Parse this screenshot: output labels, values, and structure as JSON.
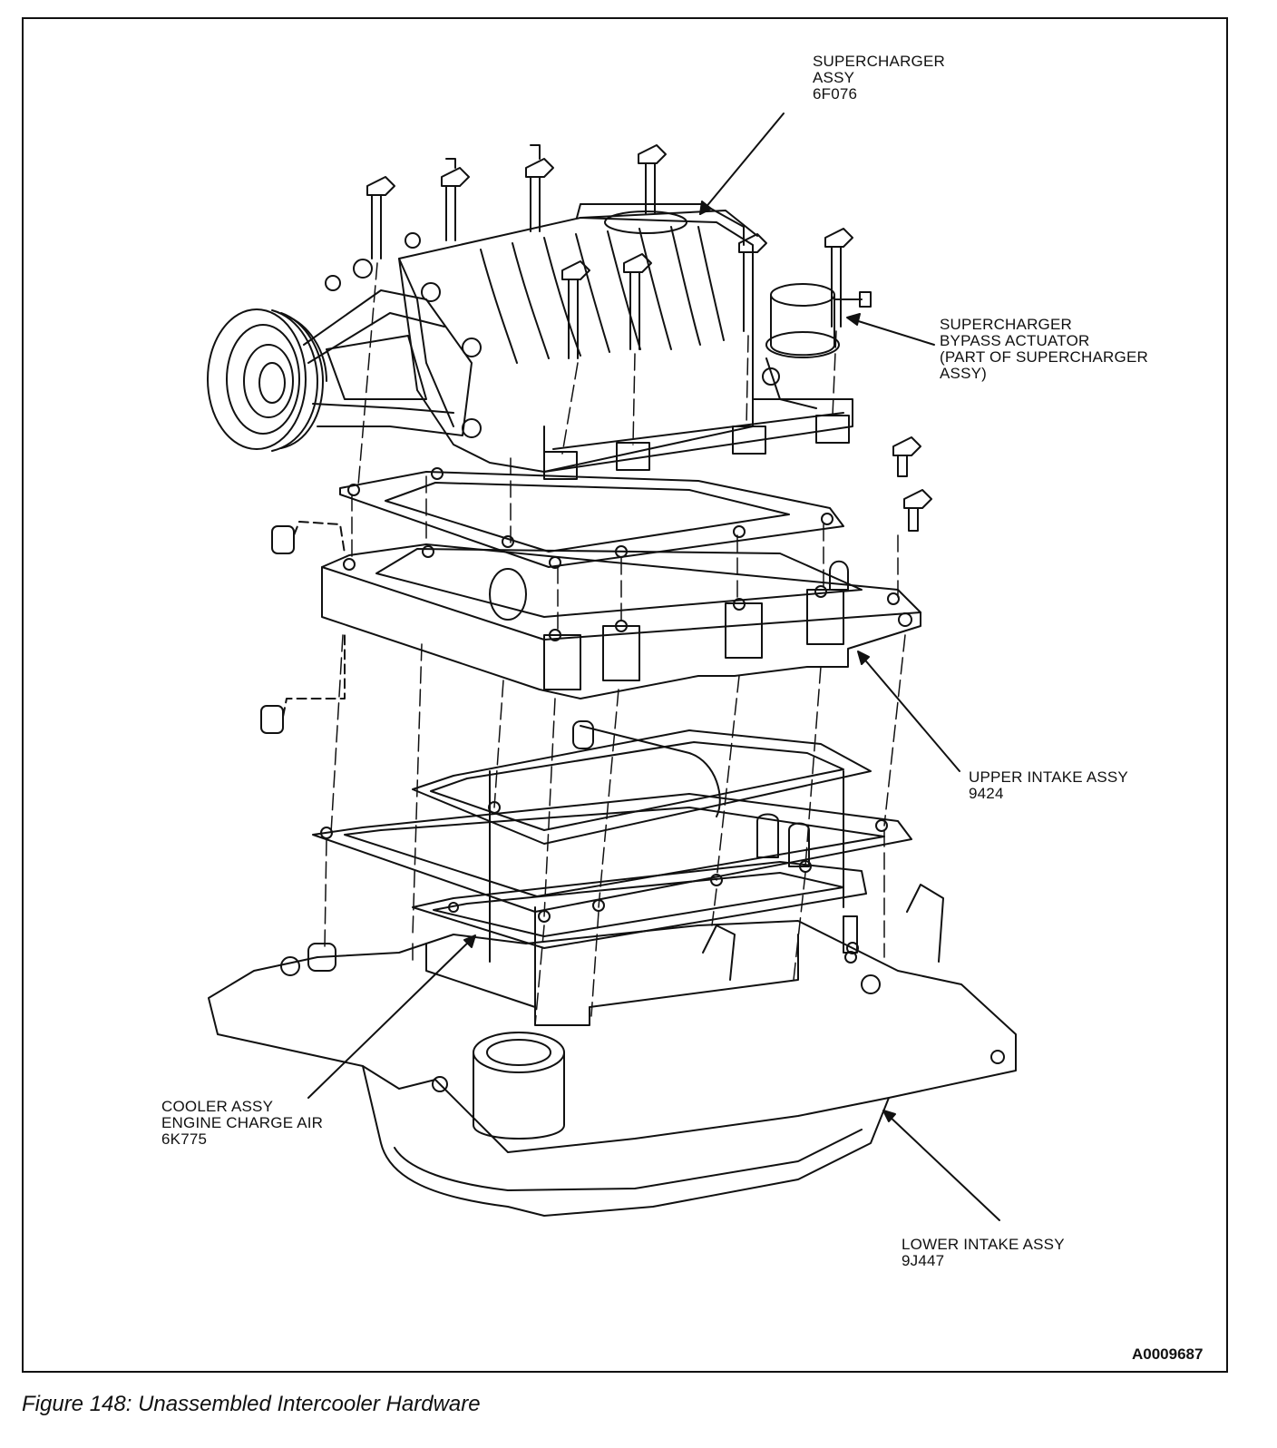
{
  "labels": {
    "supercharger_assy": [
      "SUPERCHARGER",
      "ASSY",
      "6F076"
    ],
    "bypass_actuator": [
      "SUPERCHARGER",
      "BYPASS ACTUATOR",
      "(PART OF SUPERCHARGER",
      "ASSY)"
    ],
    "upper_intake": [
      "UPPER INTAKE ASSY",
      "9424"
    ],
    "cooler_assy": [
      "COOLER ASSY",
      "ENGINE CHARGE AIR",
      "6K775"
    ],
    "lower_intake": [
      "LOWER INTAKE ASSY",
      "9J447"
    ]
  },
  "figure_id": "A0009687",
  "caption": "Figure 148: Unassembled Intercooler Hardware",
  "colors": {
    "ink": "#111111",
    "background": "#ffffff"
  }
}
